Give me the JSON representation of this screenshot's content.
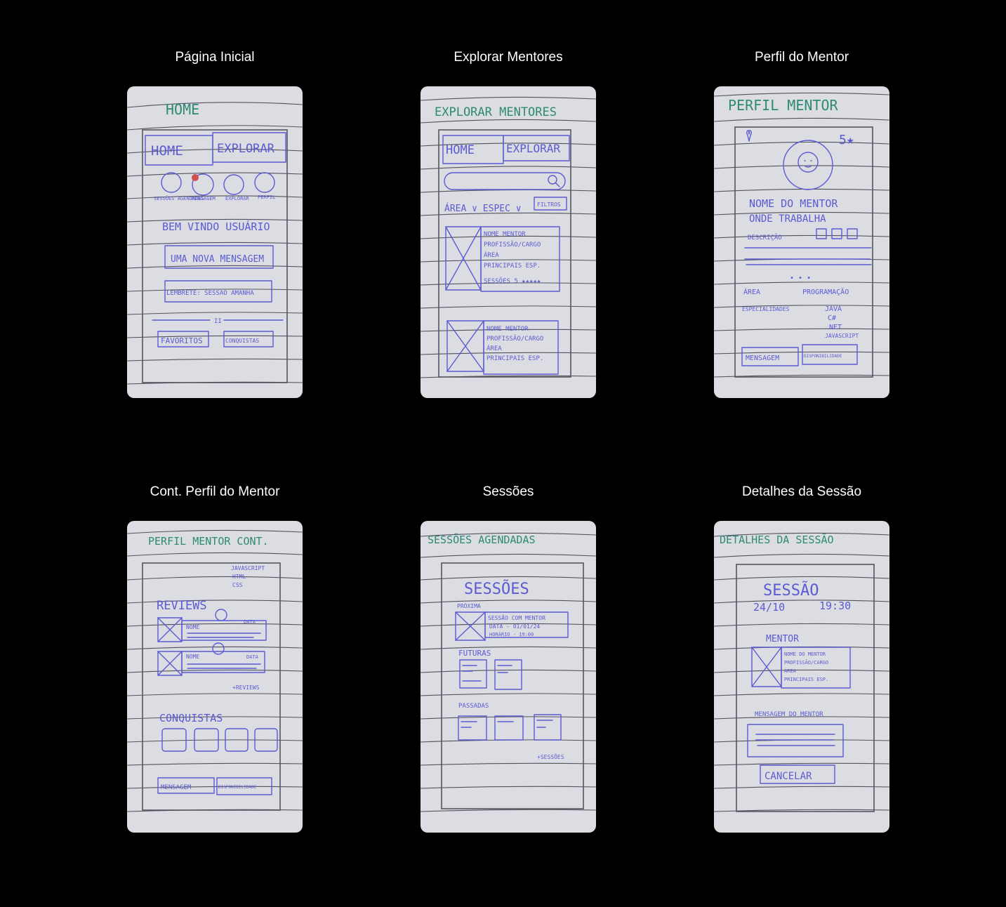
{
  "screens": [
    {
      "title": "Página Inicial",
      "sketch": {
        "heading": "HOME",
        "tab_home": "HOME",
        "tab_explore": "EXPLORAR",
        "icons": [
          "SESSÕES AGENDADAS",
          "MENSAGEM",
          "EXPLORAR",
          "PERFIL"
        ],
        "welcome": "BEM VINDO USUÁRIO",
        "notice1": "UMA NOVA MENSAGEM",
        "notice2": "LEMBRETE: SESSÃO AMANHÃ",
        "btn_left": "FAVORITOS",
        "btn_right": "CONQUISTAS"
      }
    },
    {
      "title": "Explorar Mentores",
      "sketch": {
        "heading": "EXPLORAR MENTORES",
        "tab_home": "HOME",
        "tab_explore": "EXPLORAR",
        "filters": "ÁREA ∨  ESPEC ∨",
        "filter_btn": "FILTROS",
        "card_lines": [
          "NOME MENTOR",
          "PROFISSÃO/CARGO",
          "ÁREA",
          "PRINCIPAIS ESP."
        ],
        "card_footer": "SESSÕES   5 ★★★★★"
      }
    },
    {
      "title": "Perfil do Mentor",
      "sketch": {
        "heading": "PERFIL MENTOR",
        "rating": "5★",
        "name": "NOME DO MENTOR",
        "workplace": "ONDE TRABALHA",
        "description": "DESCRIÇÃO",
        "area_label": "ÁREA",
        "area_value": "PROGRAMAÇÃO",
        "spec_label": "ESPECIALIDADES",
        "specs": [
          "JAVA",
          "C#",
          ".NET",
          "JAVASCRIPT"
        ],
        "btn_msg": "MENSAGEM",
        "btn_avail": "DISPONIBILIDADE"
      }
    },
    {
      "title": "Cont. Perfil do Mentor",
      "sketch": {
        "heading": "PERFIL MENTOR CONT.",
        "top_specs": [
          "JAVASCRIPT",
          "HTML",
          "CSS"
        ],
        "reviews": "REVIEWS",
        "review_name": "NOME",
        "review_date": "DATA",
        "more_reviews": "+REVIEWS",
        "achievements": "CONQUISTAS",
        "btn_msg": "MENSAGEM",
        "btn_avail": "DISPONIBILIDADE"
      }
    },
    {
      "title": "Sessões",
      "sketch": {
        "heading": "SESSÕES AGENDADAS",
        "title": "SESSÕES",
        "next": "PRÓXIMA",
        "next_lines": [
          "SESSÃO COM MENTOR",
          "DATA - 01/01/24",
          "HORÁRIO - 19:00"
        ],
        "future": "FUTURAS",
        "past": "PASSADAS",
        "more": "+SESSÕES"
      }
    },
    {
      "title": "Detalhes da Sessão",
      "sketch": {
        "heading": "DETALHES DA SESSÃO",
        "title": "SESSÃO",
        "date": "24/10",
        "time": "19:30",
        "mentor": "MENTOR",
        "card_lines": [
          "NOME DO MENTOR",
          "PROFISSÃO/CARGO",
          "ÁREA",
          "PRINCIPAIS ESP."
        ],
        "message_label": "MENSAGEM DO MENTOR",
        "cancel": "CANCELAR"
      }
    }
  ]
}
